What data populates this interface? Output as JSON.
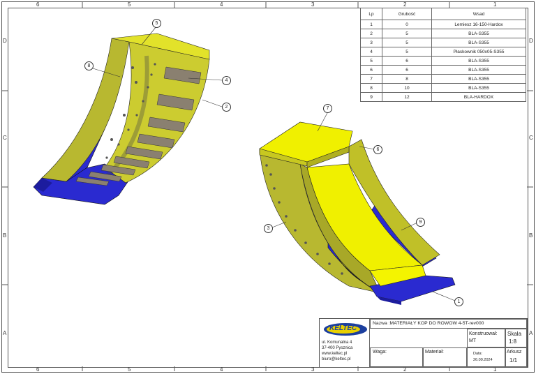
{
  "border": {
    "top_numbers": [
      "6",
      "5",
      "4",
      "3",
      "2",
      "1"
    ],
    "bottom_numbers": [
      "6",
      "5",
      "4",
      "3",
      "2",
      "1"
    ],
    "side_letters": [
      "D",
      "C",
      "B",
      "A"
    ]
  },
  "parts_table": {
    "headers": [
      "Lp",
      "Grubość",
      "Wsad"
    ],
    "rows": [
      [
        "1",
        "0",
        "Lemiesz 16-150-Hardox"
      ],
      [
        "2",
        "5",
        "BLA-S355"
      ],
      [
        "3",
        "5",
        "BLA-S355"
      ],
      [
        "4",
        "5",
        "Płaskownik 050x05-S355"
      ],
      [
        "5",
        "6",
        "BLA-S355"
      ],
      [
        "6",
        "6",
        "BLA-S355"
      ],
      [
        "7",
        "8",
        "BLA-S355"
      ],
      [
        "8",
        "10",
        "BLA-S355"
      ],
      [
        "9",
        "12",
        "BLA-HARDOX"
      ]
    ]
  },
  "callouts": {
    "c1": "1",
    "c2": "2",
    "c3": "3",
    "c4": "4",
    "c5": "5",
    "c6": "6",
    "c7": "7",
    "c8": "8",
    "c9": "9"
  },
  "title_block": {
    "name": "Nazwa :MATERIAŁY KOP DO ROWOW 4-5T-rev000",
    "logo_text": "KELTEC",
    "address1": "ul. Komunalna 4",
    "address2": "37-400 Pysznica",
    "web": "www.keltec.pl",
    "email": "biuro@keltec.pl",
    "konstruowal_label": "Konstruował:",
    "konstruowal_value": "MT",
    "skala_label": "Skala",
    "skala_value": "1:8",
    "waga_label": "Waga:",
    "material_label": "Materiał:",
    "data_label": "Data:",
    "data_value": "26.09.2024",
    "arkusz_label": "Arkusz",
    "arkusz_value": "1/1"
  },
  "colors": {
    "yellow": "#e8e800",
    "olive": "#b8b830",
    "blue": "#2a2ad0",
    "plate": "#8a8070"
  }
}
